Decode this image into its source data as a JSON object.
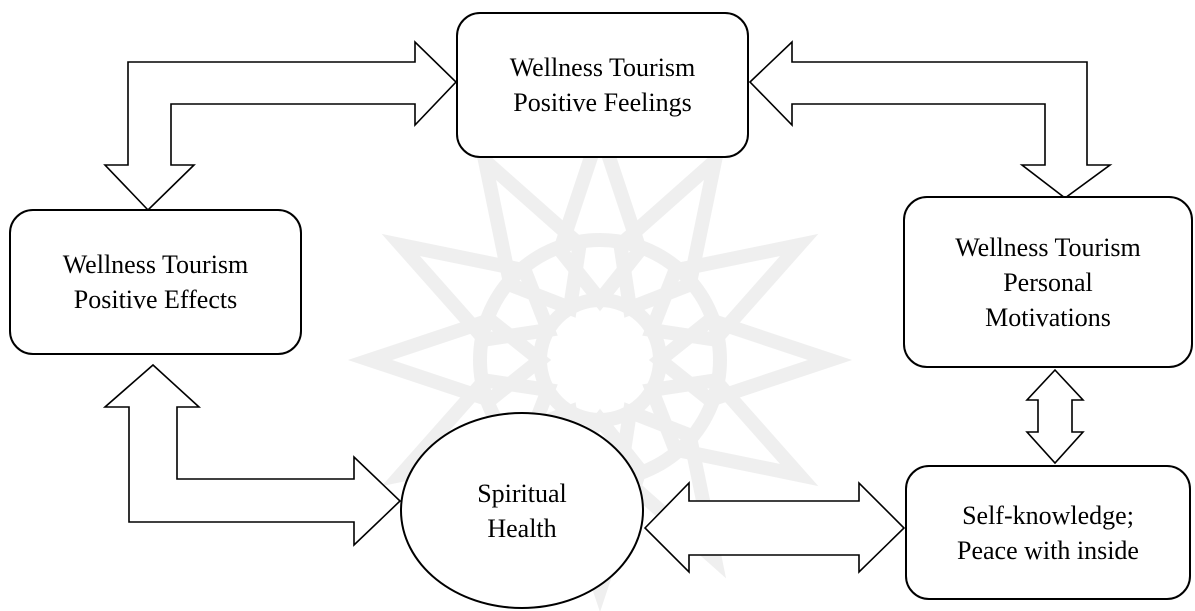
{
  "nodes": {
    "top": {
      "lines": [
        "Wellness Tourism",
        "Positive Feelings"
      ]
    },
    "left": {
      "lines": [
        "Wellness Tourism",
        "Positive Effects"
      ]
    },
    "right": {
      "lines": [
        "Wellness Tourism",
        "Personal",
        "Motivations"
      ]
    },
    "bottom_right": {
      "lines": [
        "Self-knowledge;",
        "Peace with inside"
      ]
    },
    "center": {
      "lines": [
        "Spiritual",
        "Health"
      ]
    }
  },
  "colors": {
    "stroke": "#000000",
    "fill": "#ffffff",
    "watermark": "#808080"
  }
}
